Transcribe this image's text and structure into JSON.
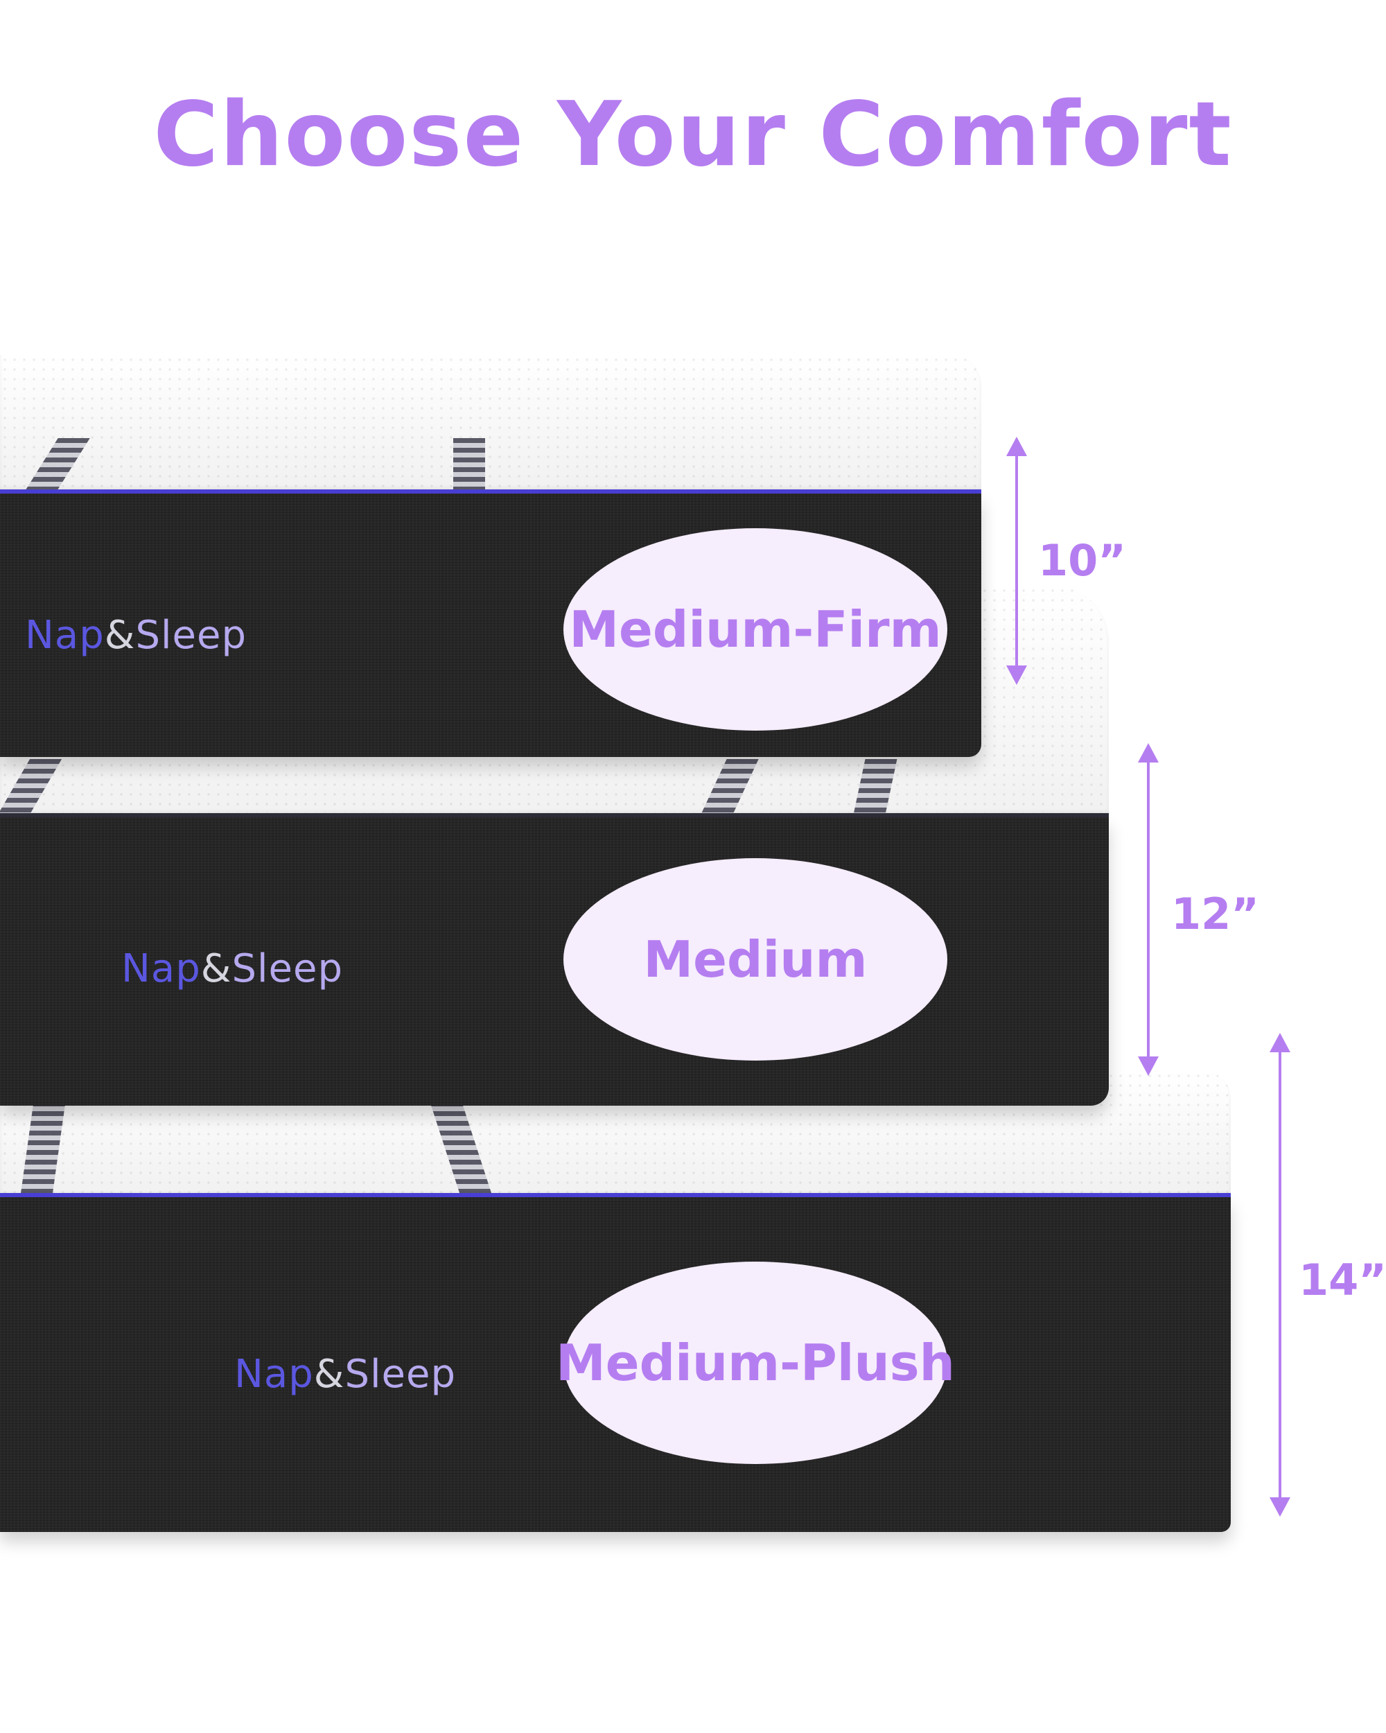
{
  "title": "Choose Your Comfort",
  "brand": {
    "part1": "Nap",
    "amp": "&",
    "part2": "Sleep"
  },
  "mattresses": [
    {
      "height_label": "10”",
      "firmness": "Medium-Firm"
    },
    {
      "height_label": "12”",
      "firmness": "Medium"
    },
    {
      "height_label": "14”",
      "firmness": "Medium-Plush"
    }
  ],
  "colors": {
    "accent": "#b57ef0",
    "oval_fill": "#f6edfd",
    "mattress_body": "#262626",
    "trim_band": "#4a3fd6"
  }
}
